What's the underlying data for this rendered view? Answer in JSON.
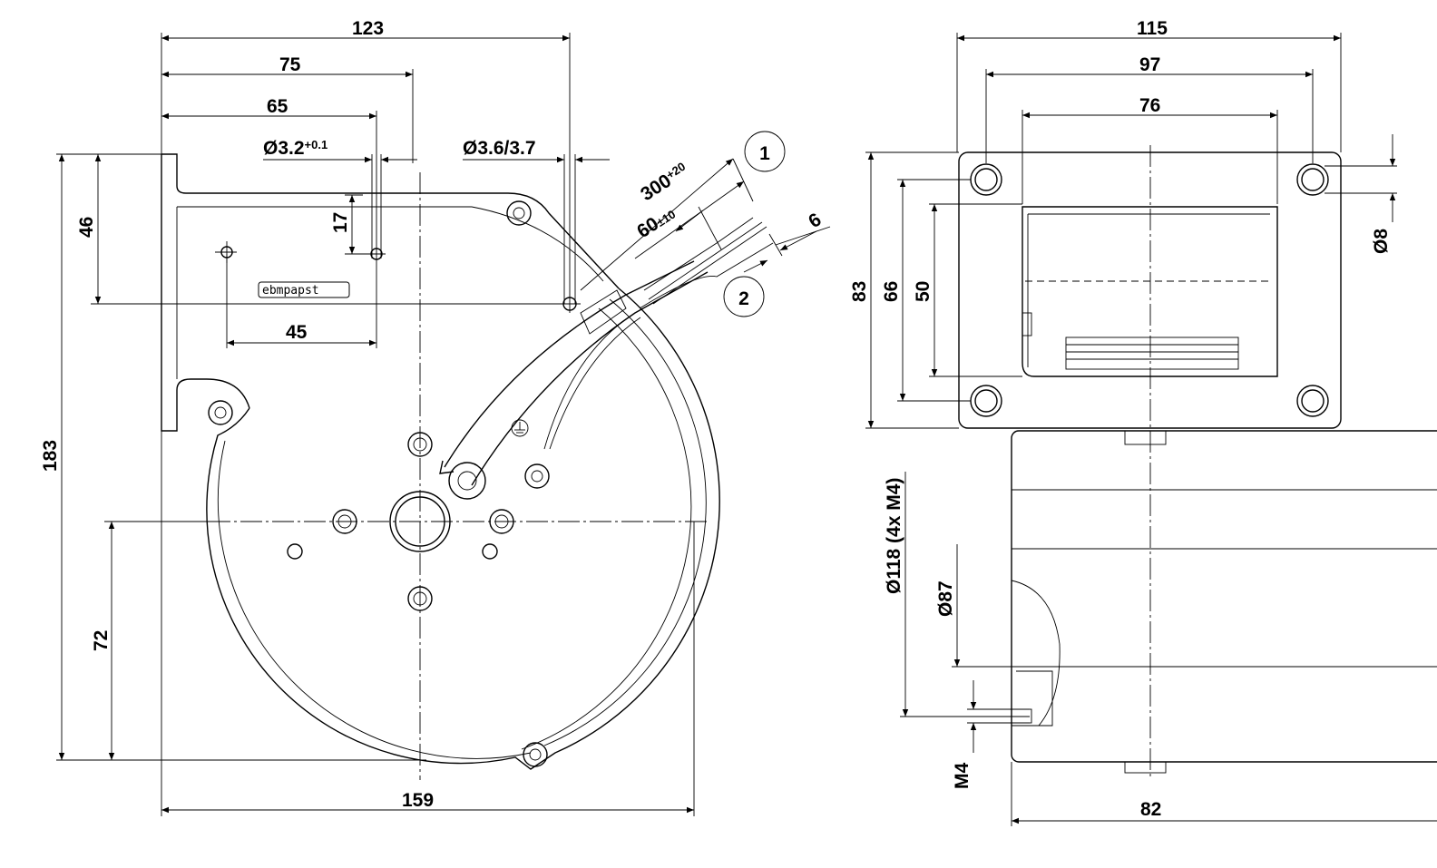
{
  "drawing": {
    "brand": "ebmpapst",
    "front_view": {
      "dims": {
        "width_123": "123",
        "width_75": "75",
        "width_65": "65",
        "hole_d32": "Ø3.2",
        "hole_d32_tol": "+0.1",
        "hole_d36": "Ø3.6/3.7",
        "height_46": "46",
        "height_17": "17",
        "width_45": "45",
        "height_183": "183",
        "height_72": "72",
        "width_159": "159",
        "cable_300": "300",
        "cable_300_tol": "+20",
        "cable_60": "60",
        "cable_60_tol": "±10",
        "strip_6": "6"
      },
      "callouts": [
        "1",
        "2"
      ]
    },
    "side_view": {
      "dims": {
        "width_115": "115",
        "width_97": "97",
        "width_76": "76",
        "height_83": "83",
        "height_66": "66",
        "height_50": "50",
        "hole_d8": "Ø8",
        "pcd_118": "Ø118 (4x M4)",
        "d87": "Ø87",
        "thread_m4": "M4",
        "depth_82": "82"
      }
    }
  }
}
